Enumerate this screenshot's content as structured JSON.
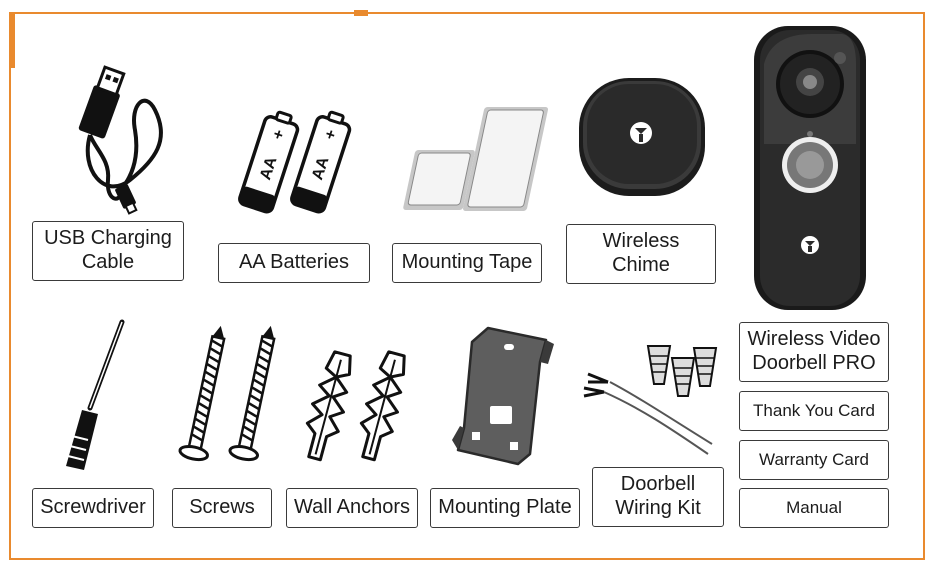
{
  "accent_color": "#e98a2e",
  "items": {
    "usb_charging_cable": "USB Charging\nCable",
    "aa_batteries": "AA Batteries",
    "mounting_tape": "Mounting Tape",
    "wireless_chime": "Wireless\nChime",
    "doorbell": "Wireless Video\nDoorbell PRO",
    "thank_you_card": "Thank You Card",
    "warranty_card": "Warranty Card",
    "manual": "Manual",
    "screwdriver": "Screwdriver",
    "screws": "Screws",
    "wall_anchors": "Wall Anchors",
    "mounting_plate": "Mounting Plate",
    "wiring_kit": "Doorbell\nWiring Kit"
  },
  "battery_marks": {
    "plus": "+",
    "type": "AA",
    "minus": "–"
  }
}
